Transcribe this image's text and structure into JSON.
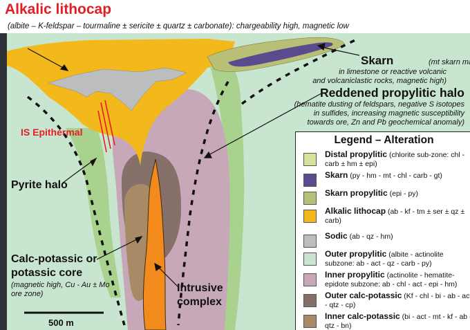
{
  "title": "Alkalic lithocap",
  "subtitle": "(albite – K-feldspar – tourmaline ± sericite ± quartz ± carbonate): chargeability high, magnetic low",
  "skarn": {
    "title": "Skarn",
    "note1": "(mt skarn may form",
    "note2": "in limestone or reactive volcanic",
    "note3": "and volcaniclastic rocks, magnetic high)"
  },
  "halo": {
    "title": "Reddened propylitic halo",
    "note1": "(hematite dusting of feldspars, negative S isotopes",
    "note2": "in sulfides, increasing magnetic susceptibility",
    "note3": "towards ore, Zn and Pb geochemical anomaly)"
  },
  "is_epithermal": "IS Epithermal",
  "pyrite_halo": "Pyrite halo",
  "calc_potassic": {
    "title": "Calc-potassic or potassic core",
    "note": "(magnetic high, Cu - Au ± Mo ore zone)"
  },
  "intrusive_complex": "Intrusive complex",
  "scale_bar": "500 m",
  "legend": {
    "title": "Legend – Alteration",
    "items": [
      {
        "name": "Distal propylitic",
        "desc": " (chlorite sub-zone: chl - carb ± hm ± epi)",
        "color": "#d6e39a"
      },
      {
        "name": "Skarn",
        "desc": " (py - hm - mt - chl - carb - gt)",
        "color": "#5b4a8e"
      },
      {
        "name": "Skarn propylitic",
        "desc": " (epi - py)",
        "color": "#b9bf77"
      },
      {
        "name": "Alkalic lithocap",
        "desc": " (ab - kf - tm ± ser ± qz ± carb)",
        "color": "#f2b81c"
      },
      {
        "name": "Sodic",
        "desc": " (ab - qz - hm)",
        "color": "#bcbdbf"
      },
      {
        "name": "Outer propylitic",
        "desc": " (albite - actinolite subzone: ab - act - qz - carb - py)",
        "color": "#c8e6cf"
      },
      {
        "name": "Inner propylitic",
        "desc": " (actinolite - hematite-epidote subzone: ab - chl - act - epi - hm)",
        "color": "#c7a8b8"
      },
      {
        "name": "Outer calc-potassic",
        "desc": " (Kf - chl - bi - ab - act - qtz - cp)",
        "color": "#85706a"
      },
      {
        "name": "Inner calc-potassic",
        "desc": " (bi - act - mt - kf - ab - qtz - bn)",
        "color": "#a88b66"
      }
    ]
  },
  "colors": {
    "background": "#2f3337",
    "outer_propylitic": "#c8e6cf",
    "distal_propylitic": "#a9d28f",
    "lithocap": "#f2b81c",
    "sodic": "#bcbdbf",
    "inner_propylitic": "#c7a8b8",
    "outer_calc_potassic": "#85706a",
    "inner_calc_potassic": "#a88b66",
    "intrusive": "#f28a1c",
    "skarn": "#5b4a8e",
    "skarn_propylitic": "#b9bf77",
    "label_red": "#e31e24"
  }
}
